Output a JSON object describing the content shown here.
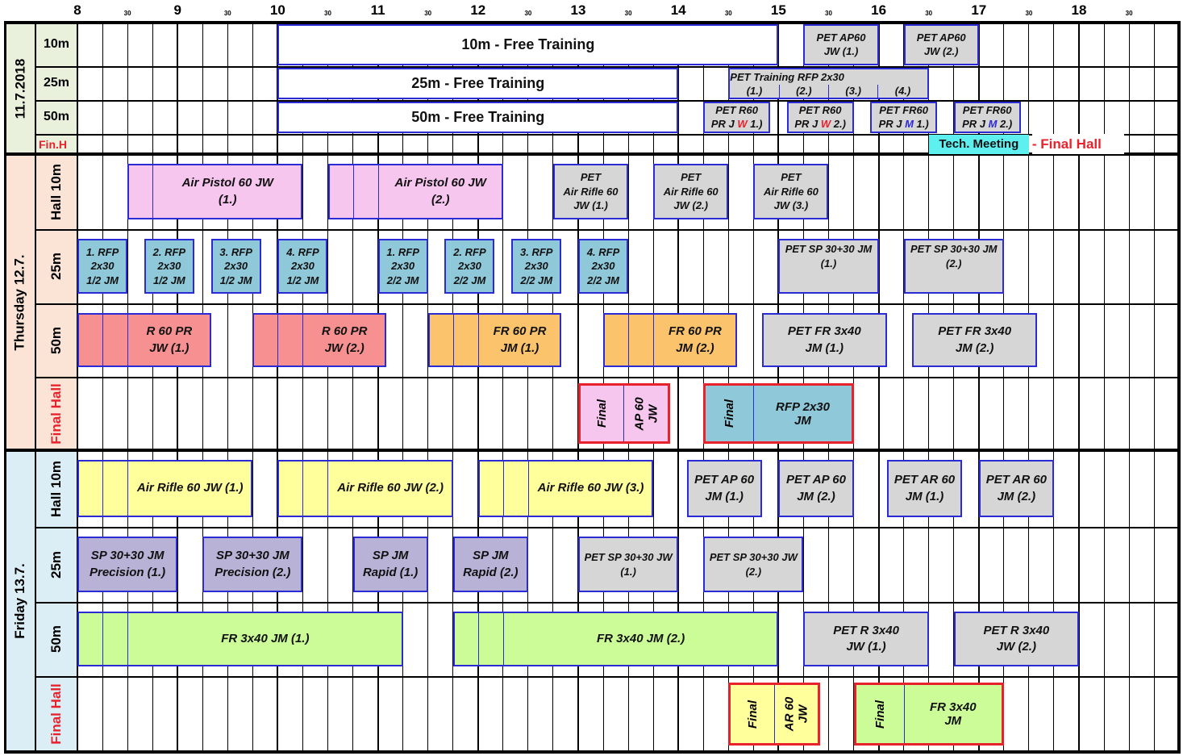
{
  "colors": {
    "grid": "#000000",
    "event_border": "#2b2bd6",
    "final_border": "#e8222c",
    "red_text": "#e8222c",
    "white": "#ffffff",
    "gray": "#d6d6d6",
    "pink": "#f7c6ef",
    "blue": "#8fc8d8",
    "salmon": "#f79191",
    "orange": "#fbc46c",
    "yellow": "#ffff9c",
    "lavender": "#b7b2d6",
    "green": "#ccfc98",
    "cyan": "#5ef0ee",
    "day1_bg": "#e9f0dc",
    "day2_bg": "#fbe4d6",
    "day3_bg": "#dbeef5"
  },
  "time_axis": {
    "hours": [
      "8",
      "9",
      "10",
      "11",
      "12",
      "13",
      "14",
      "15",
      "16",
      "17",
      "18"
    ],
    "half_label": "30"
  },
  "days": [
    {
      "label": "11.7.2018",
      "bg": "day1_bg",
      "rows": [
        {
          "label": "10m"
        },
        {
          "label": "25m"
        },
        {
          "label": "50m"
        },
        {
          "label": "Fin.H",
          "red": true
        }
      ]
    },
    {
      "label": "Thursday   12.7.",
      "bg": "day2_bg",
      "rows": [
        {
          "label": "Hall 10m"
        },
        {
          "label": "25m"
        },
        {
          "label": "50m"
        },
        {
          "label": "Final Hall",
          "red": true
        }
      ]
    },
    {
      "label": "Friday   13.7.",
      "bg": "day3_bg",
      "rows": [
        {
          "label": "Hall 10m"
        },
        {
          "label": "25m"
        },
        {
          "label": "50m"
        },
        {
          "label": "Final Hall",
          "red": true
        }
      ]
    }
  ],
  "events": [
    {
      "text": "10m  -  Free  Training",
      "start": "10:00",
      "end": "15:00",
      "day": 0,
      "row": 0,
      "color": "white",
      "italic": false,
      "size": 18
    },
    {
      "text": "PET AP60\nJW (1.)",
      "start": "15:15",
      "end": "16:00",
      "day": 0,
      "row": 0,
      "color": "gray",
      "size": 13
    },
    {
      "text": "PET AP60\nJW (2.)",
      "start": "16:15",
      "end": "17:00",
      "day": 0,
      "row": 0,
      "color": "gray",
      "size": 13
    },
    {
      "text": "25m  -  Free Training",
      "start": "10:00",
      "end": "14:00",
      "day": 0,
      "row": 1,
      "color": "white",
      "italic": false,
      "size": 18
    },
    {
      "text": "PET Training RFP 2x30",
      "start": "14:30",
      "end": "16:30",
      "day": 0,
      "row": 1,
      "color": "gray",
      "size": 13,
      "valign": "top",
      "parts": [
        "(1.)",
        "(2.)",
        "(3.)",
        "(4.)"
      ]
    },
    {
      "text": "50m  -  Free Training",
      "start": "10:00",
      "end": "14:00",
      "day": 0,
      "row": 2,
      "color": "white",
      "italic": false,
      "size": 18
    },
    {
      "text": "PET R60",
      "sub1": "PR J ",
      "mark": "W",
      "markColor": "red",
      "sub2": " 1.)",
      "start": "14:15",
      "end": "14:55",
      "day": 0,
      "row": 2,
      "color": "gray",
      "size": 13
    },
    {
      "text": "PET R60",
      "sub1": "PR J ",
      "mark": "W",
      "markColor": "red",
      "sub2": "  2.)",
      "start": "15:05",
      "end": "15:45",
      "day": 0,
      "row": 2,
      "color": "gray",
      "size": 13
    },
    {
      "text": "PET FR60",
      "sub1": "PR J ",
      "mark": "M",
      "markColor": "blue",
      "sub2": "  1.)",
      "start": "15:55",
      "end": "16:35",
      "day": 0,
      "row": 2,
      "color": "gray",
      "size": 13
    },
    {
      "text": "PET FR60",
      "sub1": "PR J ",
      "mark": "M",
      "markColor": "blue",
      "sub2": "  2.)",
      "start": "16:45",
      "end": "17:25",
      "day": 0,
      "row": 2,
      "color": "gray",
      "size": 13
    },
    {
      "text": "Tech. Meeting",
      "start": "16:30",
      "end": "17:30",
      "day": 0,
      "row": 3,
      "color": "cyan",
      "italic": false,
      "size": 15,
      "noborder": true
    },
    {
      "text": "Air Pistol 60 JW\n(1.)",
      "start": "08:30",
      "end": "10:15",
      "day": 1,
      "row": 0,
      "color": "pink",
      "size": 15,
      "subs": [
        "08:45"
      ]
    },
    {
      "text": "Air Pistol 60 JW\n(2.)",
      "start": "10:30",
      "end": "12:15",
      "day": 1,
      "row": 0,
      "color": "pink",
      "size": 15,
      "subs": [
        "10:45",
        "11:00"
      ]
    },
    {
      "text": "PET\nAir Rifle 60\nJW (1.)",
      "start": "12:45",
      "end": "13:30",
      "day": 1,
      "row": 0,
      "color": "gray",
      "size": 13
    },
    {
      "text": "PET\nAir Rifle 60\nJW (2.)",
      "start": "13:45",
      "end": "14:30",
      "day": 1,
      "row": 0,
      "color": "gray",
      "size": 13
    },
    {
      "text": "PET\nAir Rifle 60\nJW (3.)",
      "start": "14:45",
      "end": "15:30",
      "day": 1,
      "row": 0,
      "color": "gray",
      "size": 13
    },
    {
      "text": "1. RFP\n2x30\n1/2 JM",
      "start": "08:00",
      "end": "08:30",
      "day": 1,
      "row": 1,
      "color": "blue",
      "size": 13
    },
    {
      "text": "2. RFP\n2x30\n1/2 JM",
      "start": "08:40",
      "end": "09:10",
      "day": 1,
      "row": 1,
      "color": "blue",
      "size": 13
    },
    {
      "text": "3. RFP\n2x30\n1/2 JM",
      "start": "09:20",
      "end": "09:50",
      "day": 1,
      "row": 1,
      "color": "blue",
      "size": 13
    },
    {
      "text": "4. RFP\n2x30\n1/2 JM",
      "start": "10:00",
      "end": "10:30",
      "day": 1,
      "row": 1,
      "color": "blue",
      "size": 13
    },
    {
      "text": "1. RFP\n2x30\n2/2 JM",
      "start": "11:00",
      "end": "11:30",
      "day": 1,
      "row": 1,
      "color": "blue",
      "size": 13
    },
    {
      "text": "2. RFP\n2x30\n2/2 JM",
      "start": "11:40",
      "end": "12:10",
      "day": 1,
      "row": 1,
      "color": "blue",
      "size": 13
    },
    {
      "text": "3. RFP\n2x30\n2/2 JM",
      "start": "12:20",
      "end": "12:50",
      "day": 1,
      "row": 1,
      "color": "blue",
      "size": 13
    },
    {
      "text": "4. RFP\n2x30\n2/2 JM",
      "start": "13:00",
      "end": "13:30",
      "day": 1,
      "row": 1,
      "color": "blue",
      "size": 13
    },
    {
      "text": "PET SP 30+30 JM\n(1.)",
      "start": "15:00",
      "end": "16:00",
      "day": 1,
      "row": 1,
      "color": "gray",
      "size": 13,
      "valign": "top"
    },
    {
      "text": "PET SP 30+30 JM\n(2.)",
      "start": "16:15",
      "end": "17:15",
      "day": 1,
      "row": 1,
      "color": "gray",
      "size": 13,
      "valign": "top"
    },
    {
      "text": "R 60 PR\nJW (1.)",
      "start": "08:00",
      "end": "09:20",
      "day": 1,
      "row": 2,
      "color": "salmon",
      "size": 15,
      "subs": [
        "08:15",
        "08:30"
      ]
    },
    {
      "text": "R 60 PR\nJW (2.)",
      "start": "09:45",
      "end": "11:05",
      "day": 1,
      "row": 2,
      "color": "salmon",
      "size": 15,
      "subs": [
        "10:00",
        "10:15"
      ]
    },
    {
      "text": "FR 60 PR\nJM (1.)",
      "start": "11:30",
      "end": "12:50",
      "day": 1,
      "row": 2,
      "color": "orange",
      "size": 15,
      "subs": [
        "11:45",
        "12:00"
      ]
    },
    {
      "text": "FR 60 PR\nJM (2.)",
      "start": "13:15",
      "end": "14:35",
      "day": 1,
      "row": 2,
      "color": "orange",
      "size": 15,
      "subs": [
        "13:30",
        "13:45"
      ]
    },
    {
      "text": "PET   FR 3x40\nJM (1.)",
      "start": "14:50",
      "end": "16:05",
      "day": 1,
      "row": 2,
      "color": "gray",
      "size": 15
    },
    {
      "text": "PET   FR 3x40\nJM (2.)",
      "start": "16:20",
      "end": "17:35",
      "day": 1,
      "row": 2,
      "color": "gray",
      "size": 15
    },
    {
      "final": true,
      "parts": [
        {
          "text": "Final",
          "rot": true,
          "color": "pink",
          "frac": 0.5
        },
        {
          "text": "AP 60\nJW",
          "rot": true,
          "color": "pink",
          "frac": 0.5
        }
      ],
      "start": "13:00",
      "end": "13:55",
      "day": 1,
      "row": 3,
      "size": 15
    },
    {
      "final": true,
      "parts": [
        {
          "text": "Final",
          "rot": true,
          "color": "blue",
          "frac": 0.33
        },
        {
          "text": "RFP 2x30\nJM",
          "rot": false,
          "color": "blue",
          "frac": 0.67
        }
      ],
      "start": "14:15",
      "end": "15:45",
      "day": 1,
      "row": 3,
      "size": 15
    },
    {
      "text": "Air Rifle 60 JW (1.)",
      "start": "08:00",
      "end": "09:45",
      "day": 2,
      "row": 0,
      "color": "yellow",
      "size": 15,
      "subs": [
        "08:15",
        "08:30"
      ]
    },
    {
      "text": "Air Rifle 60 JW (2.)",
      "start": "10:00",
      "end": "11:45",
      "day": 2,
      "row": 0,
      "color": "yellow",
      "size": 15,
      "subs": [
        "10:15",
        "10:30"
      ]
    },
    {
      "text": "Air Rifle 60 JW (3.)",
      "start": "12:00",
      "end": "13:45",
      "day": 2,
      "row": 0,
      "color": "yellow",
      "size": 15,
      "subs": [
        "12:15",
        "12:30"
      ]
    },
    {
      "text": "PET AP 60\nJM (1.)",
      "start": "14:05",
      "end": "14:50",
      "day": 2,
      "row": 0,
      "color": "gray",
      "size": 15
    },
    {
      "text": "PET AP 60\nJM (2.)",
      "start": "15:00",
      "end": "15:45",
      "day": 2,
      "row": 0,
      "color": "gray",
      "size": 15
    },
    {
      "text": "PET AR 60\nJM (1.)",
      "start": "16:05",
      "end": "16:50",
      "day": 2,
      "row": 0,
      "color": "gray",
      "size": 15
    },
    {
      "text": "PET AR 60\nJM (2.)",
      "start": "17:00",
      "end": "17:45",
      "day": 2,
      "row": 0,
      "color": "gray",
      "size": 15
    },
    {
      "text": "SP 30+30  JM\nPrecision (1.)",
      "start": "08:00",
      "end": "09:00",
      "day": 2,
      "row": 1,
      "color": "lavender",
      "size": 15
    },
    {
      "text": "SP 30+30  JM\nPrecision (2.)",
      "start": "09:15",
      "end": "10:15",
      "day": 2,
      "row": 1,
      "color": "lavender",
      "size": 15
    },
    {
      "text": "SP JM\nRapid (1.)",
      "start": "10:45",
      "end": "11:30",
      "day": 2,
      "row": 1,
      "color": "lavender",
      "size": 15
    },
    {
      "text": "SP JM\nRapid (2.)",
      "start": "11:45",
      "end": "12:30",
      "day": 2,
      "row": 1,
      "color": "lavender",
      "size": 15
    },
    {
      "text": "PET SP 30+30 JW\n(1.)",
      "start": "13:00",
      "end": "14:00",
      "day": 2,
      "row": 1,
      "color": "gray",
      "size": 13
    },
    {
      "text": "PET SP 30+30 JW\n(2.)",
      "start": "14:15",
      "end": "15:15",
      "day": 2,
      "row": 1,
      "color": "gray",
      "size": 13
    },
    {
      "text": "FR 3x40 JM (1.)",
      "start": "08:00",
      "end": "11:15",
      "day": 2,
      "row": 2,
      "color": "green",
      "size": 15,
      "subs": [
        "08:15",
        "08:30"
      ]
    },
    {
      "text": "FR 3x40 JM (2.)",
      "start": "11:45",
      "end": "15:00",
      "day": 2,
      "row": 2,
      "color": "green",
      "size": 15,
      "subs": [
        "12:00",
        "12:15"
      ]
    },
    {
      "text": "PET   R 3x40\nJW (1.)",
      "start": "15:15",
      "end": "16:30",
      "day": 2,
      "row": 2,
      "color": "gray",
      "size": 15
    },
    {
      "text": "PET   R 3x40\nJW (2.)",
      "start": "16:45",
      "end": "18:00",
      "day": 2,
      "row": 2,
      "color": "gray",
      "size": 15
    },
    {
      "final": true,
      "parts": [
        {
          "text": "Final",
          "rot": true,
          "color": "yellow",
          "frac": 0.5
        },
        {
          "text": "AR 60\nJW",
          "rot": true,
          "color": "yellow",
          "frac": 0.5
        }
      ],
      "start": "14:30",
      "end": "15:25",
      "day": 2,
      "row": 3,
      "size": 15
    },
    {
      "final": true,
      "parts": [
        {
          "text": "Final",
          "rot": true,
          "color": "green",
          "frac": 0.33
        },
        {
          "text": "FR 3x40\nJM",
          "rot": false,
          "color": "green",
          "frac": 0.67
        }
      ],
      "start": "15:45",
      "end": "17:15",
      "day": 2,
      "row": 3,
      "size": 15
    }
  ],
  "notes": [
    {
      "text": "-  Final Hall",
      "day": 0,
      "row": 3,
      "start": "17:30",
      "end": "18:25",
      "color": "red_text"
    }
  ]
}
